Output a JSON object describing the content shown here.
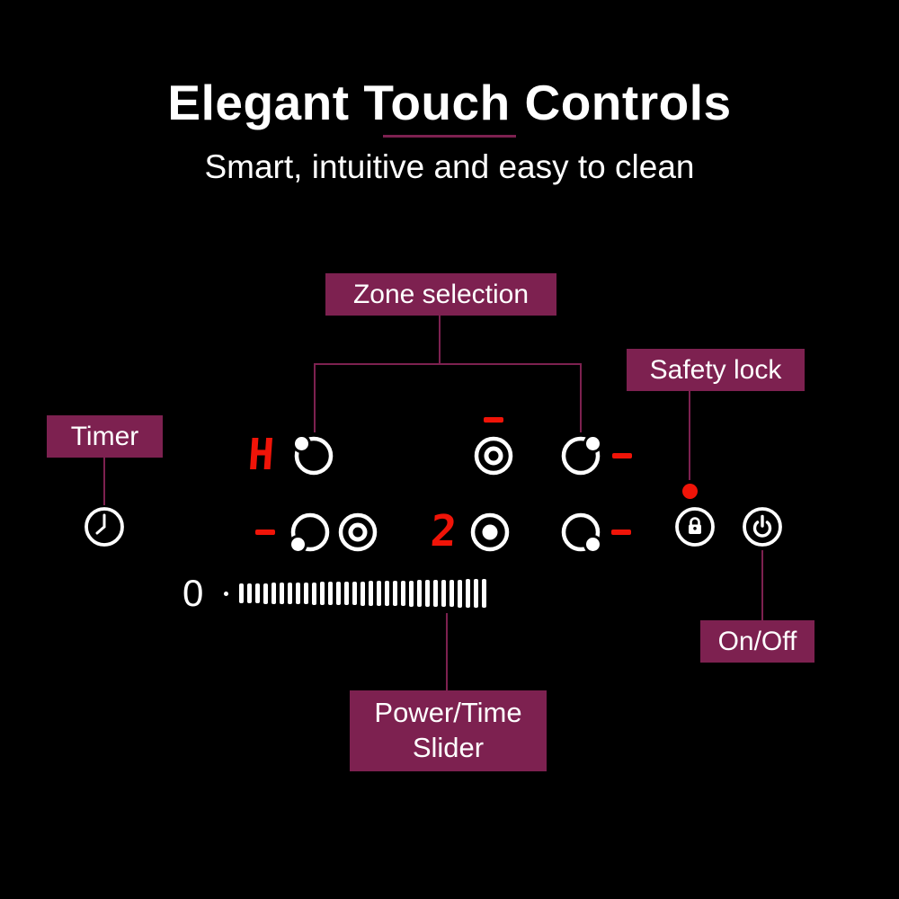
{
  "header": {
    "title": "Elegant Touch Controls",
    "subtitle": "Smart, intuitive and easy to clean"
  },
  "callouts": {
    "zone_selection": "Zone selection",
    "safety_lock": "Safety lock",
    "timer": "Timer",
    "power_time_slider": "Power/Time Slider",
    "on_off": "On/Off"
  },
  "control_panel": {
    "heat_display": "H",
    "power_display": "2",
    "slider_min_label": "0",
    "slider_bar_count": 31,
    "icons": [
      "clock-icon",
      "zone-back-left-icon",
      "ring-icon",
      "zone-back-right-icon",
      "zone-front-left-icon",
      "ring-icon",
      "dot-ring-icon",
      "zone-front-right-icon",
      "lock-icon",
      "power-icon",
      "red-indicator-dot",
      "minus-indicator"
    ]
  },
  "colors": {
    "background": "#000000",
    "label_background": "#7d2150",
    "connector": "#7d2150",
    "text": "#ffffff",
    "display_red": "#f01408"
  }
}
